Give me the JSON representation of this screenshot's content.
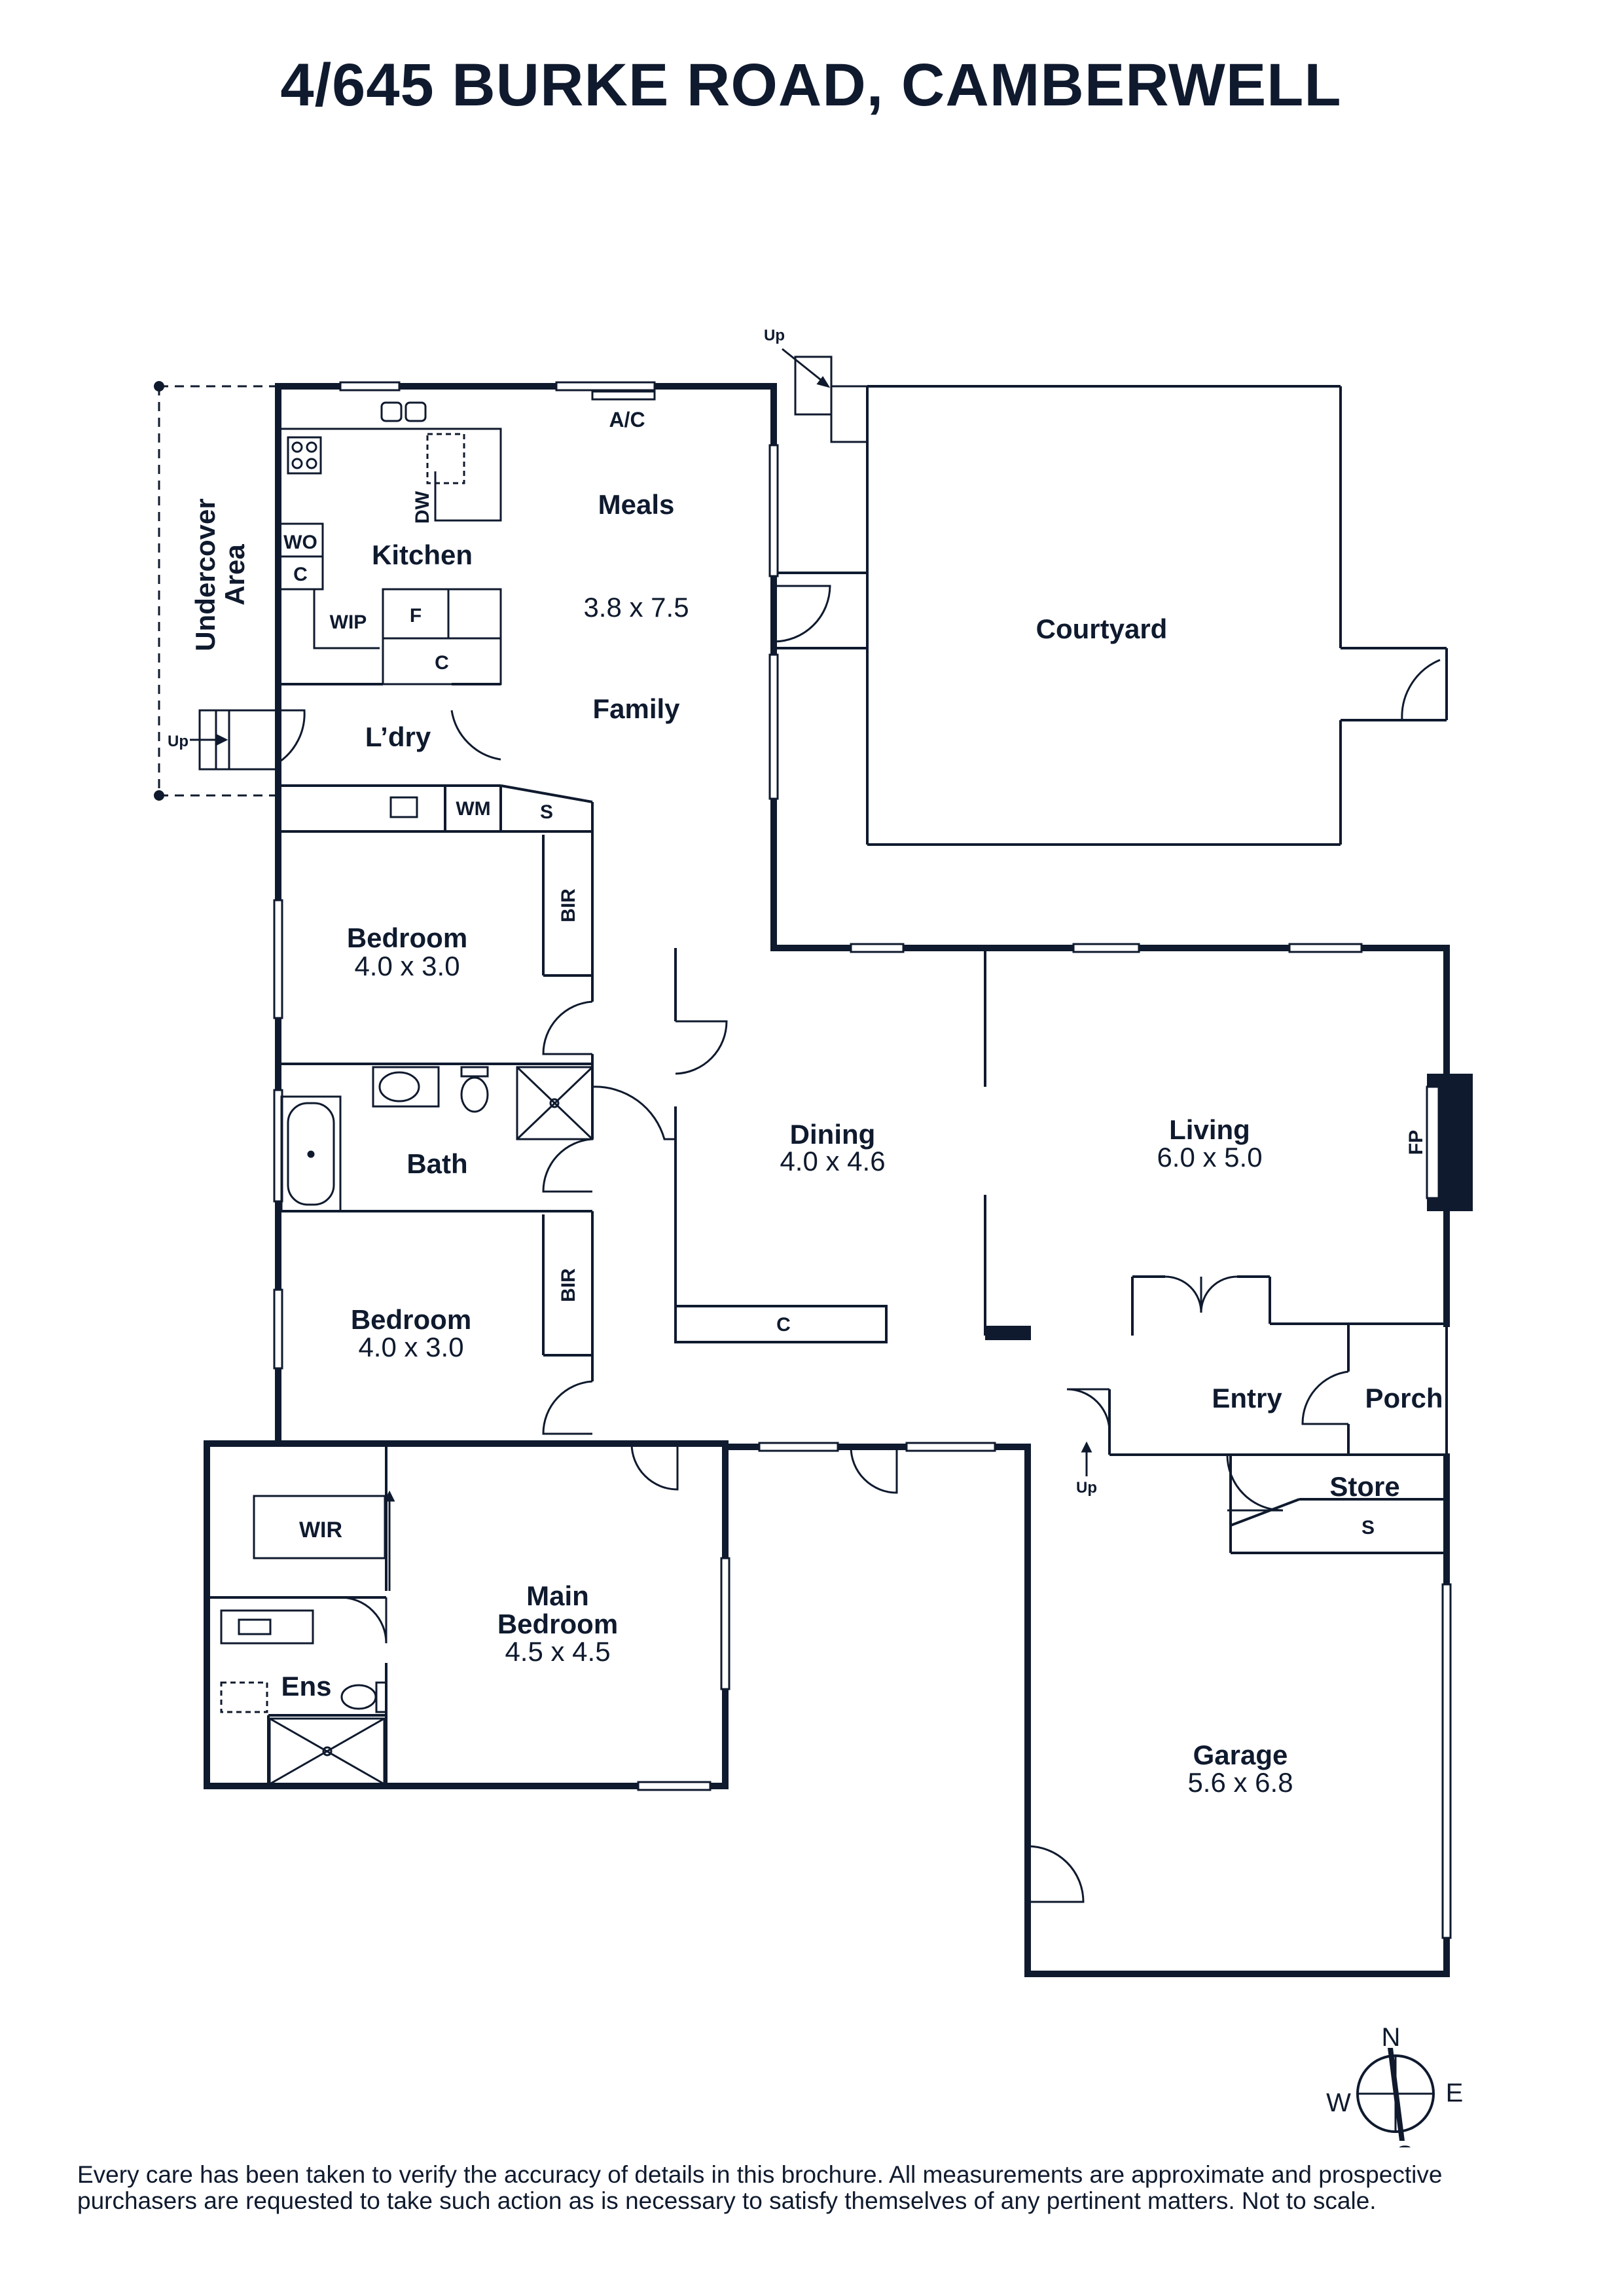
{
  "title": "4/645 BURKE ROAD, CAMBERWELL",
  "rooms": {
    "kitchen": "Kitchen",
    "meals": "Meals",
    "meals_dim": "3.8 x 7.5",
    "family": "Family",
    "courtyard": "Courtyard",
    "laundry": "L’dry",
    "undercover": "Undercover",
    "undercover_area": "Area",
    "bedroom1": "Bedroom",
    "bedroom1_dim": "4.0 x 3.0",
    "bath": "Bath",
    "bedroom2": "Bedroom",
    "bedroom2_dim": "4.0 x 3.0",
    "dining": "Dining",
    "dining_dim": "4.0 x 4.6",
    "living": "Living",
    "living_dim": "6.0 x 5.0",
    "entry": "Entry",
    "porch": "Porch",
    "store": "Store",
    "main_bedroom_1": "Main",
    "main_bedroom_2": "Bedroom",
    "main_bedroom_dim": "4.5 x 4.5",
    "ensuite": "Ens",
    "wir": "WIR",
    "garage": "Garage",
    "garage_dim": "5.6 x 6.8"
  },
  "fixtures": {
    "ac": "A/C",
    "dw": "DW",
    "wo": "WO",
    "c": "C",
    "wip": "WIP",
    "f": "F",
    "wm": "WM",
    "s": "S",
    "bir": "BIR",
    "fp": "FP",
    "up": "Up"
  },
  "compass": {
    "n": "N",
    "e": "E",
    "s": "S",
    "w": "W"
  },
  "disclaimer": {
    "line1": "Every care has been taken to verify the accuracy of details in this brochure. All measurements are approximate and prospective",
    "line2": "purchasers are requested to take such action as is necessary to satisfy themselves of any pertinent matters. Not to scale."
  },
  "colors": {
    "ink": "#0f1a2e",
    "background": "#ffffff"
  }
}
